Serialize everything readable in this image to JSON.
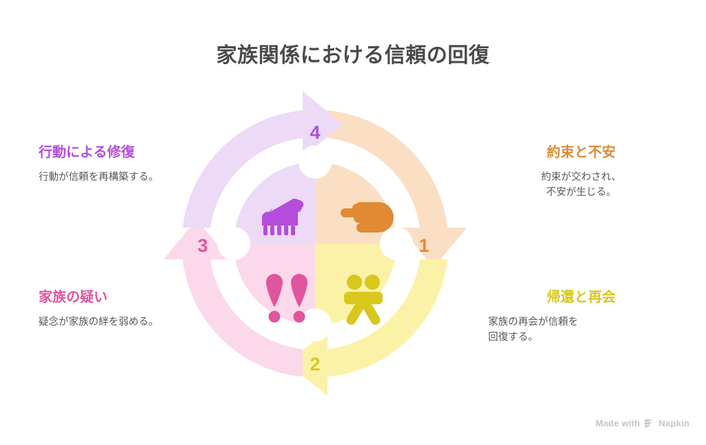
{
  "page": {
    "title": "家族関係における信頼の回復",
    "background": "#ffffff",
    "title_color": "#4a4a4a"
  },
  "watermark": {
    "prefix": "Made with",
    "brand": "Napkin",
    "logo_icon": "napkin-logo-icon",
    "color": "#c6c6c8"
  },
  "diagram": {
    "type": "cycle",
    "steps": [
      {
        "number": "1",
        "title": "約束と不安",
        "description": "約束が交わされ、\n不安が生じる。",
        "description_lines": [
          "約束が交わされ、",
          "不安が生じる。"
        ],
        "icon": "pointing-hand-icon",
        "accent_color": "#e08a34",
        "arrow_color": "#fbdfc4",
        "quadrant_color": "#fbdfc4",
        "position": "top-right"
      },
      {
        "number": "2",
        "title": "帰還と再会",
        "description": "家族の再会が信頼を\n回復する。",
        "description_lines": [
          "家族の再会が信頼を",
          "回復する。"
        ],
        "icon": "people-hugging-icon",
        "accent_color": "#d8c81e",
        "arrow_color": "#fbf2a8",
        "quadrant_color": "#fbf2a8",
        "position": "bottom-right"
      },
      {
        "number": "3",
        "title": "家族の疑い",
        "description": "疑念が家族の絆を弱める。",
        "description_lines": [
          "疑念が家族の絆を弱める。"
        ],
        "icon": "double-exclamation-icon",
        "accent_color": "#e0559e",
        "arrow_color": "#fbd9ea",
        "quadrant_color": "#fbd9ea",
        "position": "bottom-left"
      },
      {
        "number": "4",
        "title": "行動による修復",
        "description": "行動が信頼を再構築する。",
        "description_lines": [
          "行動が信頼を再構築する。"
        ],
        "icon": "hand-repair-icon",
        "accent_color": "#b44ddb",
        "arrow_color": "#ecdaf7",
        "quadrant_color": "#ecdaf7",
        "position": "top-left"
      }
    ],
    "text_color": "#58585a"
  }
}
